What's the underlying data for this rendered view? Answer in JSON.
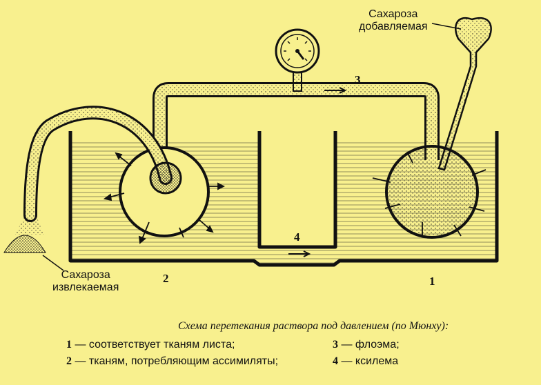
{
  "labels": {
    "sucrose_added": [
      "Сахароза",
      "добавляемая"
    ],
    "sucrose_removed": [
      "Сахароза",
      "извлекаемая"
    ],
    "part_1": "1",
    "part_2": "2",
    "part_3": "3",
    "part_4": "4"
  },
  "caption": {
    "title": "Схема перетекания раствора под давлением (по Мюнху):",
    "legend": [
      {
        "num": "1",
        "text": "— соответствует тканям листа;"
      },
      {
        "num": "2",
        "text": "— тканям, потребляющим ассимиляты;"
      },
      {
        "num": "3",
        "text": "— флоэма;"
      },
      {
        "num": "4",
        "text": "— ксилема"
      }
    ]
  },
  "colors": {
    "background": "#f8f08e",
    "ink": "#111111"
  }
}
